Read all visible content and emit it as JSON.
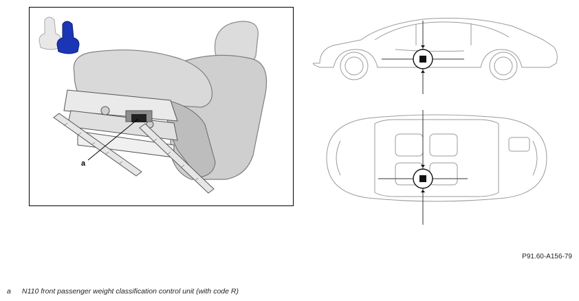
{
  "diagram": {
    "callout_label": "a",
    "figure_id": "P91.60-A156-79"
  },
  "legend": {
    "items": [
      {
        "key": "a",
        "text": "N110 front passenger weight classification control unit (with code R)"
      }
    ]
  },
  "colors": {
    "seat_gray": "#d9d9d9",
    "seat_dark": "#a8a8a8",
    "icon_blue": "#1a36b5",
    "marker_black": "#111111",
    "line_gray": "#9a9a9a"
  },
  "icons": {
    "seat_position_icon": "front-passenger-seat-icon",
    "location_marker": "target-marker-icon"
  }
}
